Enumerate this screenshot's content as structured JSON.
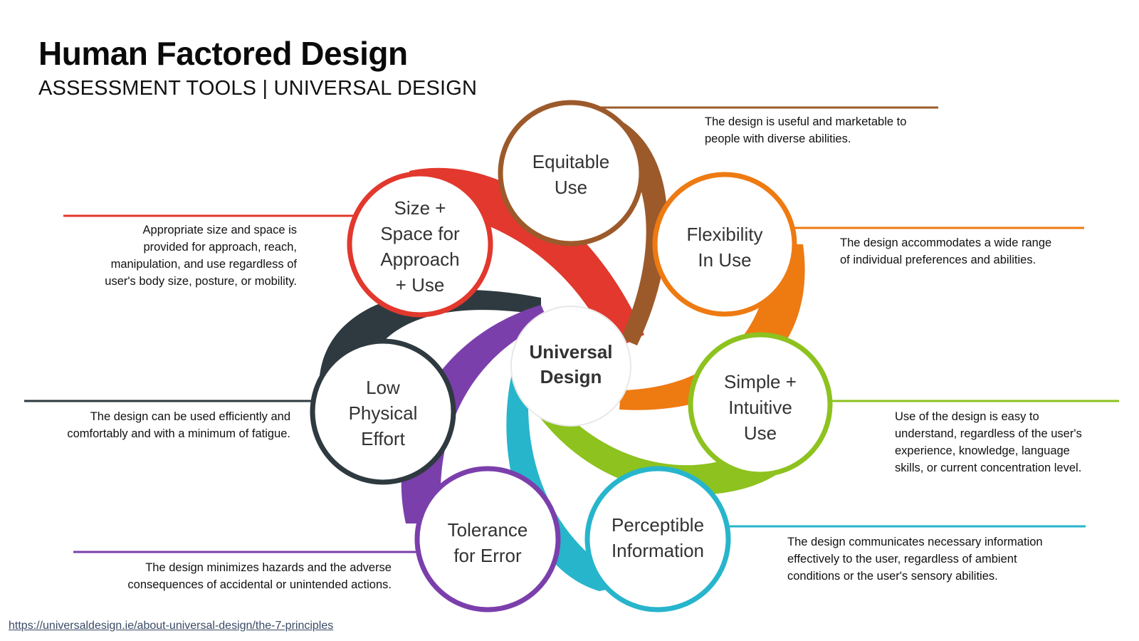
{
  "header": {
    "title": "Human Factored Design",
    "subtitle": "ASSESSMENT TOOLS | UNIVERSAL DESIGN"
  },
  "center": {
    "line1": "Universal",
    "line2": "Design"
  },
  "principles": [
    {
      "id": "equitable",
      "lines": [
        "Equitable",
        "Use"
      ],
      "color": "#9c5a2b",
      "description": [
        "The design is useful and marketable to",
        "people with diverse abilities."
      ]
    },
    {
      "id": "flexibility",
      "lines": [
        "Flexibility",
        "In Use"
      ],
      "color": "#ee7a12",
      "description": [
        "The design accommodates a wide range",
        "of individual preferences and abilities."
      ]
    },
    {
      "id": "simple",
      "lines": [
        "Simple +",
        "Intuitive",
        "Use"
      ],
      "color": "#8dc21f",
      "description": [
        "Use of the design is easy to",
        "understand, regardless of the user's",
        "experience, knowledge, language",
        "skills, or current concentration level."
      ]
    },
    {
      "id": "perceptible",
      "lines": [
        "Perceptible",
        "Information"
      ],
      "color": "#27b5cc",
      "description": [
        "The design communicates necessary information",
        "effectively to the user, regardless of ambient",
        "conditions or the user's sensory abilities."
      ]
    },
    {
      "id": "tolerance",
      "lines": [
        "Tolerance",
        "for Error"
      ],
      "color": "#7b3fab",
      "description": [
        "The design minimizes hazards and the adverse",
        "consequences of accidental or unintended actions."
      ]
    },
    {
      "id": "low-effort",
      "lines": [
        "Low",
        "Physical",
        "Effort"
      ],
      "color": "#2e3a3f",
      "description": [
        "The design can be used efficiently and",
        "comfortably and with a minimum of fatigue."
      ]
    },
    {
      "id": "size-space",
      "lines": [
        "Size +",
        "Space for",
        "Approach",
        "+ Use"
      ],
      "color": "#e2382d",
      "description": [
        "Appropriate size and space is",
        "provided for approach, reach,",
        "manipulation, and use regardless of",
        "user's body size, posture, or mobility."
      ]
    }
  ],
  "source_link": "https://universaldesign.ie/about-universal-design/the-7-principles"
}
